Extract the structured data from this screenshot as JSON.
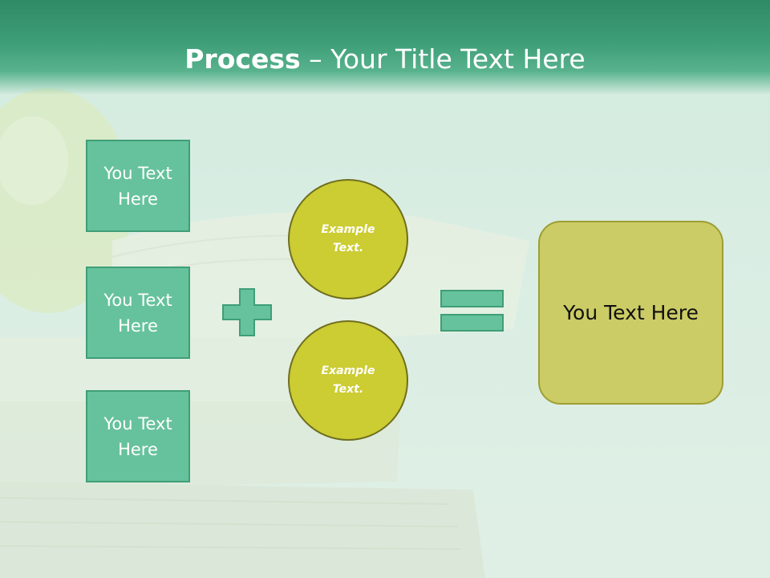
{
  "slide": {
    "title_bold": "Process",
    "title_rest": " – Your Title Text Here",
    "left_boxes": [
      "You Text Here",
      "You Text Here",
      "You Text Here"
    ],
    "circles": [
      "Example Text.",
      "Example Text."
    ],
    "result": "You Text Here"
  },
  "colors": {
    "box_fill": "#66c29c",
    "circle_fill": "#cccc33",
    "result_fill": "#cccc66",
    "title_bar": "#3d9e77"
  },
  "icons": {
    "plus": "plus-icon",
    "equals": "equals-icon"
  }
}
